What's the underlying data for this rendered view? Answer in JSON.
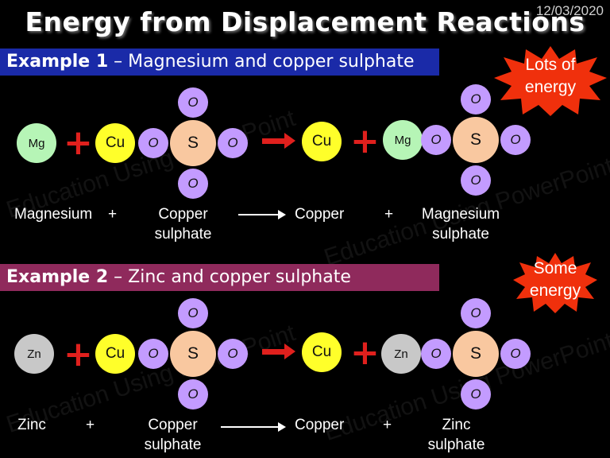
{
  "title": "Energy from Displacement Reactions",
  "date": "12/03/2020",
  "watermark": "Education Using PowerPoint",
  "example1": {
    "banner_num": "Example 1",
    "banner_rest": " – Magnesium and copper sulphate",
    "banner_color": "#1a2aa8",
    "star_text_line1": "Lots of",
    "star_text_line2": "energy",
    "atoms": {
      "metal": "Mg",
      "cu": "Cu",
      "o": "O",
      "s": "S"
    },
    "labels": {
      "reactant1": "Magnesium",
      "plus1": "+",
      "reactant2_line1": "Copper",
      "reactant2_line2": "sulphate",
      "product1": "Copper",
      "plus2": "+",
      "product2_line1": "Magnesium",
      "product2_line2": "sulphate"
    }
  },
  "example2": {
    "banner_num": "Example 2",
    "banner_rest": " – Zinc and copper sulphate",
    "banner_color": "#8f2a5c",
    "star_text_line1": "Some",
    "star_text_line2": "energy",
    "atoms": {
      "metal": "Zn",
      "cu": "Cu",
      "o": "O",
      "s": "S"
    },
    "labels": {
      "reactant1": "Zinc",
      "plus1": "+",
      "reactant2_line1": "Copper",
      "reactant2_line2": "sulphate",
      "product1": "Copper",
      "plus2": "+",
      "product2_line1": "Zinc",
      "product2_line2": "sulphate"
    }
  },
  "colors": {
    "plus_red": "#e0201d",
    "mg_green": "#b6f5b6",
    "zn_grey": "#c8c8c8",
    "cu_yellow": "#ffff2a",
    "o_purple": "#c39bff",
    "s_peach": "#f9c8a0",
    "star_red": "#f0300c"
  }
}
